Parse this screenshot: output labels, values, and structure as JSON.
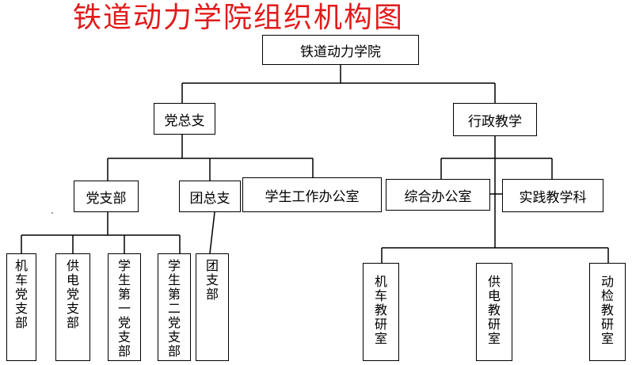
{
  "title": "铁道动力学院组织机构图",
  "nodes": {
    "root": "铁道动力学院",
    "party": "党总支",
    "admin": "行政教学",
    "party_branch": "党支部",
    "league": "团总支",
    "student_office": "学生工作办公室",
    "general_office": "综合办公室",
    "practice_dept": "实践教学科",
    "locomotive_branch": "机车党支部",
    "power_branch": "供电党支部",
    "student_branch_1": "学生第一党支部",
    "student_branch_2": "学生第二党支部",
    "league_branch": "团支部",
    "locomotive_office": "机车教研室",
    "power_office": "供电教研室",
    "inspection_office": "动检教研室"
  }
}
